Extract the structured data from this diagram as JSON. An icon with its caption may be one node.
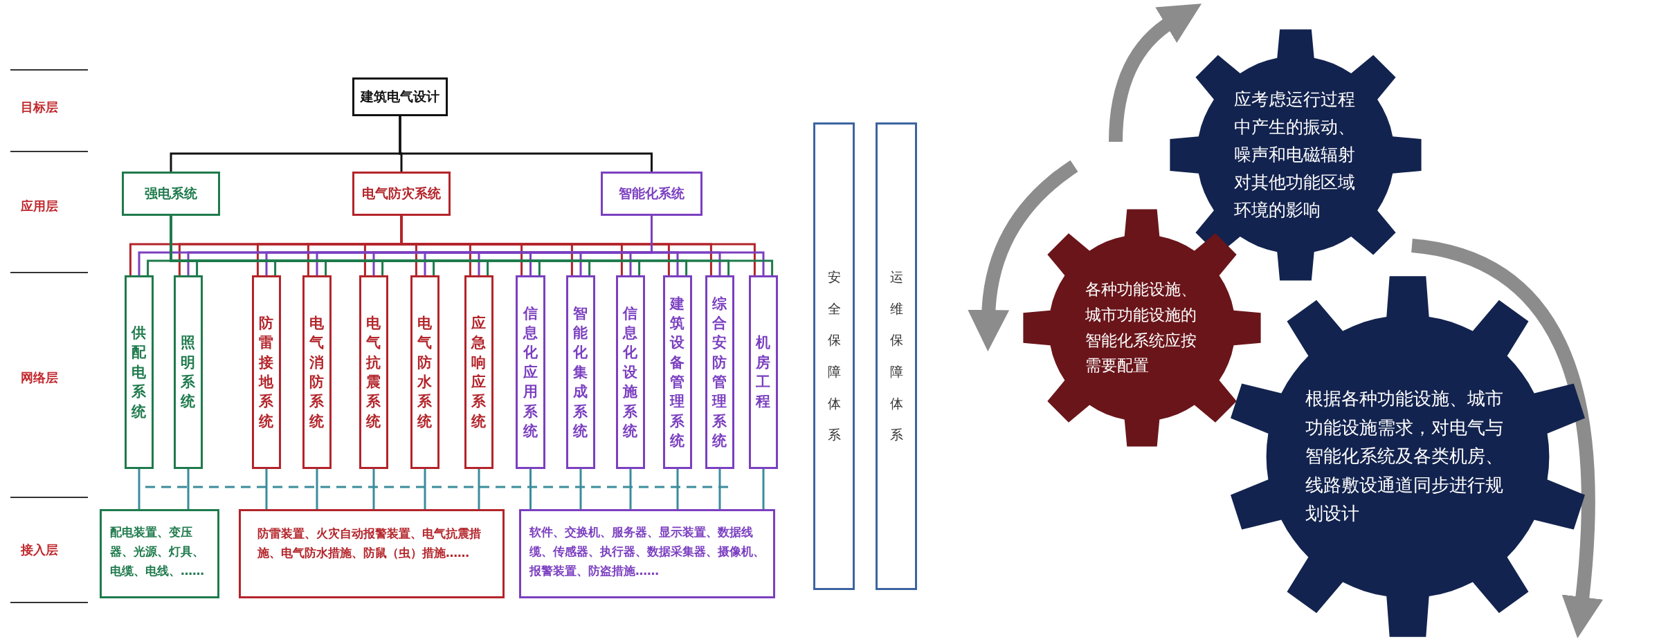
{
  "diagram": {
    "nodes": [
      {
        "text": [
          "建筑电气设计"
        ]
      },
      {
        "text": [
          "强电系统"
        ]
      },
      {
        "text": [
          "电气防灾系统"
        ]
      },
      {
        "text": [
          "智能化系统"
        ]
      },
      {
        "text": [
          "供配电系统"
        ]
      },
      {
        "text": [
          "照明系统"
        ]
      },
      {
        "text": [
          "防雷接地系统"
        ]
      },
      {
        "text": [
          "电气消防系统"
        ]
      },
      {
        "text": [
          "电气抗震系统"
        ]
      },
      {
        "text": [
          "电气防水系统"
        ]
      },
      {
        "text": [
          "应急响应系统"
        ]
      },
      {
        "text": [
          "信息化应用系统"
        ]
      },
      {
        "text": [
          "智能化集成系统"
        ]
      },
      {
        "text": [
          "信息化设施系统"
        ]
      },
      {
        "text": [
          "建筑设备管理系统"
        ]
      },
      {
        "text": [
          "综合安防管理系统"
        ]
      },
      {
        "text": [
          "机房工程"
        ]
      },
      {
        "text": [
          "安全保障体系"
        ]
      },
      {
        "text": [
          "运维保障体系"
        ]
      },
      {
        "text": [
          "配电装置、变压器、光源、灯具、电缆、电线、……"
        ]
      },
      {
        "text": [
          "防雷装置、火灾自动报警装置、电气抗震措施、电气防水措施、防鼠（虫）措施……"
        ]
      },
      {
        "text": [
          "软件、交换机、服务器、显示装置、数据线缆、传感器、执行器、数据采集器、摄像机、报警装置、防盗措施……"
        ]
      },
      {
        "text": [
          "应考虑运行过程中产生的振动、噪声和电磁辐射对其他功能区域环境的影响"
        ]
      },
      {
        "text": [
          "各种功能设施、城市功能设施的智能化系统应按需要配置"
        ]
      },
      {
        "text": [
          "根据各种功能设施、城市功能设施需求，对电气与智能化系统及各类机房、线路敷设通道同步进行规划设计"
        ]
      }
    ],
    "edges": [
      {
        "from": 0,
        "to": 1,
        "arrow": "none",
        "color": "#111111"
      },
      {
        "from": 0,
        "to": 2,
        "arrow": "none",
        "color": "#111111"
      },
      {
        "from": 0,
        "to": 3,
        "arrow": "none",
        "color": "#111111"
      },
      {
        "from": 2,
        "to": 4,
        "arrow": "none",
        "color": "#b3242a"
      },
      {
        "from": 2,
        "to": 5,
        "arrow": "none",
        "color": "#b3242a"
      },
      {
        "from": 2,
        "to": 6,
        "arrow": "none",
        "color": "#b3242a"
      },
      {
        "from": 2,
        "to": 7,
        "arrow": "none",
        "color": "#b3242a"
      },
      {
        "from": 2,
        "to": 8,
        "arrow": "none",
        "color": "#b3242a"
      },
      {
        "from": 2,
        "to": 9,
        "arrow": "none",
        "color": "#b3242a"
      },
      {
        "from": 2,
        "to": 10,
        "arrow": "none",
        "color": "#b3242a"
      },
      {
        "from": 2,
        "to": 11,
        "arrow": "none",
        "color": "#b3242a"
      },
      {
        "from": 2,
        "to": 12,
        "arrow": "none",
        "color": "#b3242a"
      },
      {
        "from": 2,
        "to": 13,
        "arrow": "none",
        "color": "#b3242a"
      },
      {
        "from": 2,
        "to": 14,
        "arrow": "none",
        "color": "#b3242a"
      },
      {
        "from": 2,
        "to": 15,
        "arrow": "none",
        "color": "#b3242a"
      },
      {
        "from": 2,
        "to": 16,
        "arrow": "none",
        "color": "#b3242a"
      },
      {
        "from": 3,
        "to": 4,
        "arrow": "none",
        "color": "#7b3fc0"
      },
      {
        "from": 3,
        "to": 5,
        "arrow": "none",
        "color": "#7b3fc0"
      },
      {
        "from": 3,
        "to": 6,
        "arrow": "none",
        "color": "#7b3fc0"
      },
      {
        "from": 3,
        "to": 7,
        "arrow": "none",
        "color": "#7b3fc0"
      },
      {
        "from": 3,
        "to": 8,
        "arrow": "none",
        "color": "#7b3fc0"
      },
      {
        "from": 3,
        "to": 9,
        "arrow": "none",
        "color": "#7b3fc0"
      },
      {
        "from": 3,
        "to": 10,
        "arrow": "none",
        "color": "#7b3fc0"
      },
      {
        "from": 3,
        "to": 11,
        "arrow": "none",
        "color": "#7b3fc0"
      },
      {
        "from": 3,
        "to": 12,
        "arrow": "none",
        "color": "#7b3fc0"
      },
      {
        "from": 3,
        "to": 13,
        "arrow": "none",
        "color": "#7b3fc0"
      },
      {
        "from": 3,
        "to": 14,
        "arrow": "none",
        "color": "#7b3fc0"
      },
      {
        "from": 3,
        "to": 15,
        "arrow": "none",
        "color": "#7b3fc0"
      },
      {
        "from": 3,
        "to": 16,
        "arrow": "none",
        "color": "#7b3fc0"
      },
      {
        "from": 1,
        "to": 4,
        "arrow": "none",
        "color": "#1e7a4c"
      },
      {
        "from": 1,
        "to": 5,
        "arrow": "none",
        "color": "#1e7a4c"
      },
      {
        "from": 1,
        "to": 6,
        "arrow": "none",
        "color": "#1e7a4c"
      },
      {
        "from": 1,
        "to": 7,
        "arrow": "none",
        "color": "#1e7a4c"
      },
      {
        "from": 1,
        "to": 8,
        "arrow": "none",
        "color": "#1e7a4c"
      },
      {
        "from": 1,
        "to": 9,
        "arrow": "none",
        "color": "#1e7a4c"
      },
      {
        "from": 1,
        "to": 10,
        "arrow": "none",
        "color": "#1e7a4c"
      },
      {
        "from": 1,
        "to": 11,
        "arrow": "none",
        "color": "#1e7a4c"
      },
      {
        "from": 1,
        "to": 12,
        "arrow": "none",
        "color": "#1e7a4c"
      },
      {
        "from": 1,
        "to": 13,
        "arrow": "none",
        "color": "#1e7a4c"
      },
      {
        "from": 1,
        "to": 14,
        "arrow": "none",
        "color": "#1e7a4c"
      },
      {
        "from": 1,
        "to": 15,
        "arrow": "none",
        "color": "#1e7a4c"
      },
      {
        "from": 1,
        "to": 16,
        "arrow": "none",
        "color": "#1e7a4c"
      },
      {
        "from": 4,
        "to": 19,
        "arrow": "none",
        "color": "#3a8c9c"
      },
      {
        "from": 5,
        "to": 19,
        "arrow": "none",
        "color": "#3a8c9c"
      },
      {
        "from": 6,
        "to": 20,
        "arrow": "none",
        "color": "#3a8c9c"
      },
      {
        "from": 7,
        "to": 20,
        "arrow": "none",
        "color": "#3a8c9c"
      },
      {
        "from": 8,
        "to": 20,
        "arrow": "none",
        "color": "#3a8c9c"
      },
      {
        "from": 9,
        "to": 20,
        "arrow": "none",
        "color": "#3a8c9c"
      },
      {
        "from": 10,
        "to": 20,
        "arrow": "none",
        "color": "#3a8c9c"
      },
      {
        "from": 11,
        "to": 21,
        "arrow": "none",
        "color": "#3a8c9c"
      },
      {
        "from": 12,
        "to": 21,
        "arrow": "none",
        "color": "#3a8c9c"
      },
      {
        "from": 13,
        "to": 21,
        "arrow": "none",
        "color": "#3a8c9c"
      },
      {
        "from": 14,
        "to": 21,
        "arrow": "none",
        "color": "#3a8c9c"
      },
      {
        "from": 15,
        "to": 21,
        "arrow": "none",
        "color": "#3a8c9c"
      },
      {
        "from": 16,
        "to": 21,
        "arrow": "none",
        "color": "#3a8c9c"
      }
    ],
    "labels": [
      "目标层",
      "应用层",
      "网络层",
      "接入层"
    ]
  }
}
